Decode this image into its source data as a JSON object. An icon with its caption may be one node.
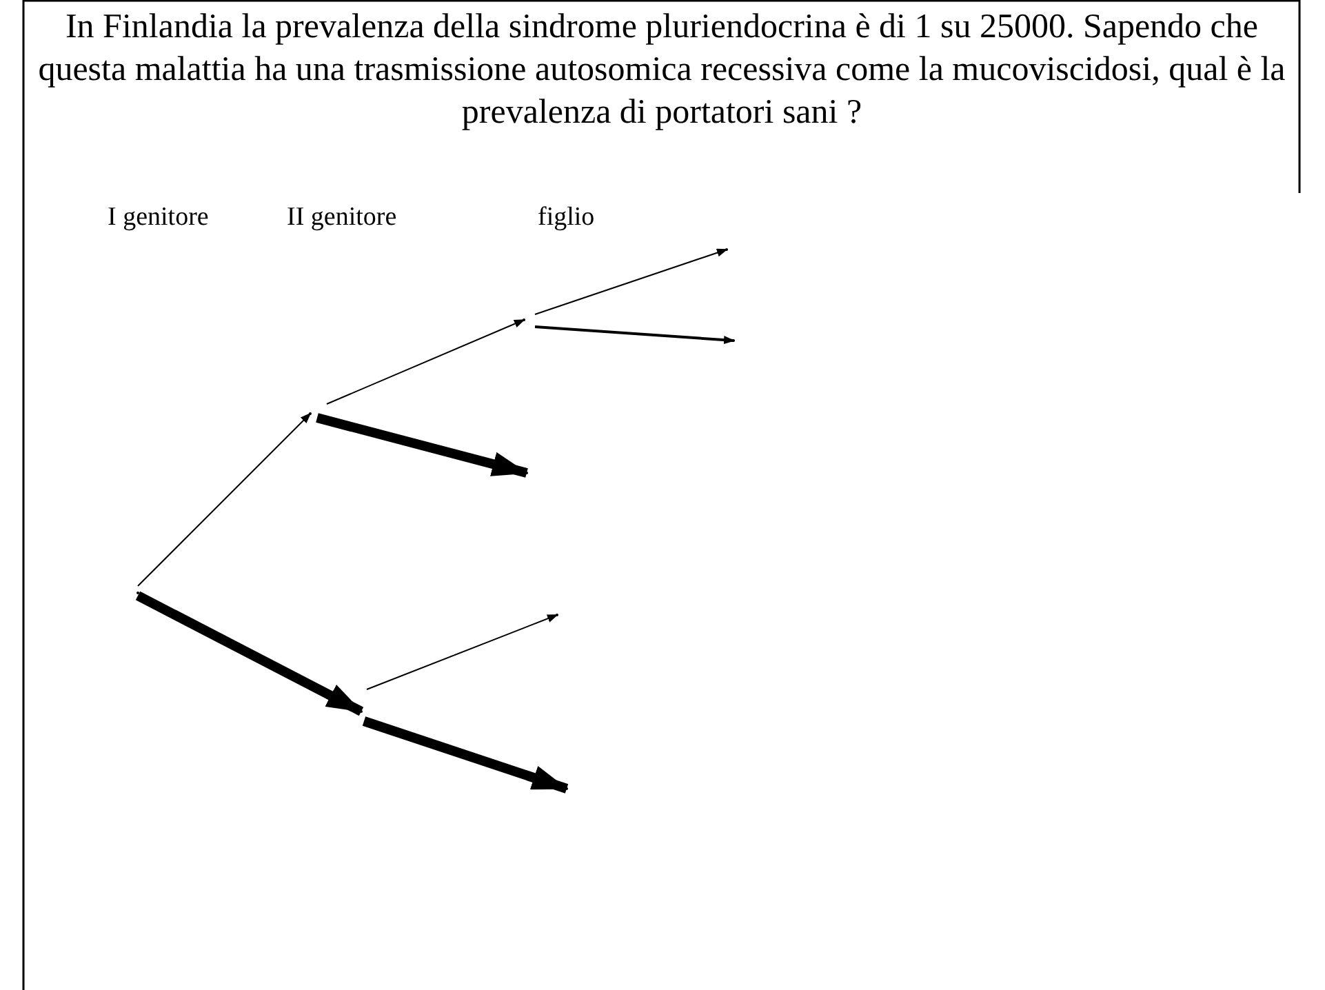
{
  "diagram": {
    "title": "In Finlandia la prevalenza della sindrome pluriendocrina è di 1 su 25000. Sapendo che questa malattia ha una trasmissione autosomica recessiva come la mucoviscidosi, qual è la prevalenza di portatori sani ?",
    "nodes": [
      {
        "text": [],
        "shape": "point"
      },
      {
        "text": [],
        "shape": "point"
      },
      {
        "text": [],
        "shape": "point"
      },
      {
        "text": [],
        "shape": "point"
      },
      {
        "text": [],
        "shape": "point"
      },
      {
        "text": [],
        "shape": "point"
      },
      {
        "text": [],
        "shape": "point"
      },
      {
        "text": [],
        "shape": "point"
      },
      {
        "text": [],
        "shape": "point"
      }
    ],
    "edges": [
      {
        "from": 0,
        "to": 1,
        "arrow": "to"
      },
      {
        "from": 0,
        "to": 2,
        "arrow": "to",
        "style": "thick"
      },
      {
        "from": 1,
        "to": 3,
        "arrow": "to"
      },
      {
        "from": 1,
        "to": 4,
        "arrow": "to",
        "style": "thick"
      },
      {
        "from": 3,
        "to": 5,
        "arrow": "to"
      },
      {
        "from": 3,
        "to": 6,
        "arrow": "to"
      },
      {
        "from": 2,
        "to": 7,
        "arrow": "to"
      },
      {
        "from": 2,
        "to": 8,
        "arrow": "to",
        "style": "thick"
      }
    ],
    "labels": [
      "I genitore",
      "II genitore",
      "figlio"
    ]
  }
}
